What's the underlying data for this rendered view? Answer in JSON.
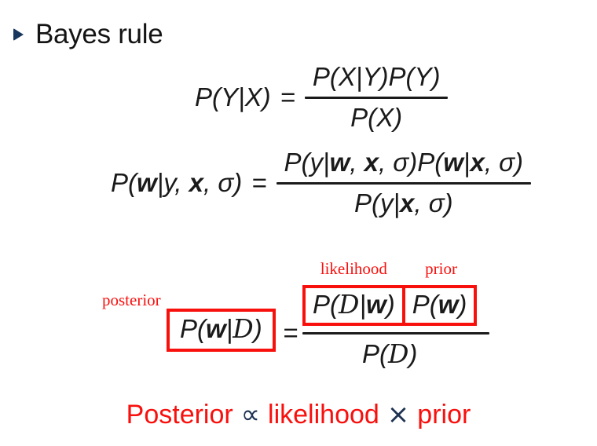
{
  "colors": {
    "red": "#f8100d",
    "navy": "#17375e",
    "navy2": "#1e3252",
    "ink": "#1a1a1a"
  },
  "slide": {
    "title": "Bayes rule"
  },
  "eq1": {
    "lhs": "P(Y|X)",
    "equals": "=",
    "numerator": "P(X|Y)P(Y)",
    "denominator": "P(X)"
  },
  "eq2": {
    "equals": "=",
    "lhs": [
      "P(",
      "w",
      "|y, ",
      "x",
      ", σ)"
    ],
    "numerator": [
      "P(y|",
      "w",
      ", ",
      "x",
      ", σ)P(",
      "w",
      "|",
      "x",
      ", σ)"
    ],
    "denominator": [
      "P(y|",
      "x",
      ", σ)"
    ]
  },
  "eq3": {
    "equals": "=",
    "labels": {
      "posterior": "posterior",
      "likelihood": "likelihood",
      "prior": "prior"
    },
    "lhs": [
      "P(",
      "w",
      "|",
      "D",
      ")"
    ],
    "numerator_likelihood": [
      "P(",
      "D",
      "|",
      "w",
      ")"
    ],
    "numerator_prior": [
      "P(",
      "w",
      ")"
    ],
    "denominator": [
      "P(",
      "D",
      ")"
    ]
  },
  "footer": {
    "posterior": "Posterior",
    "propto": "∝",
    "likelihood": "likelihood",
    "times": "×",
    "prior": "prior"
  }
}
